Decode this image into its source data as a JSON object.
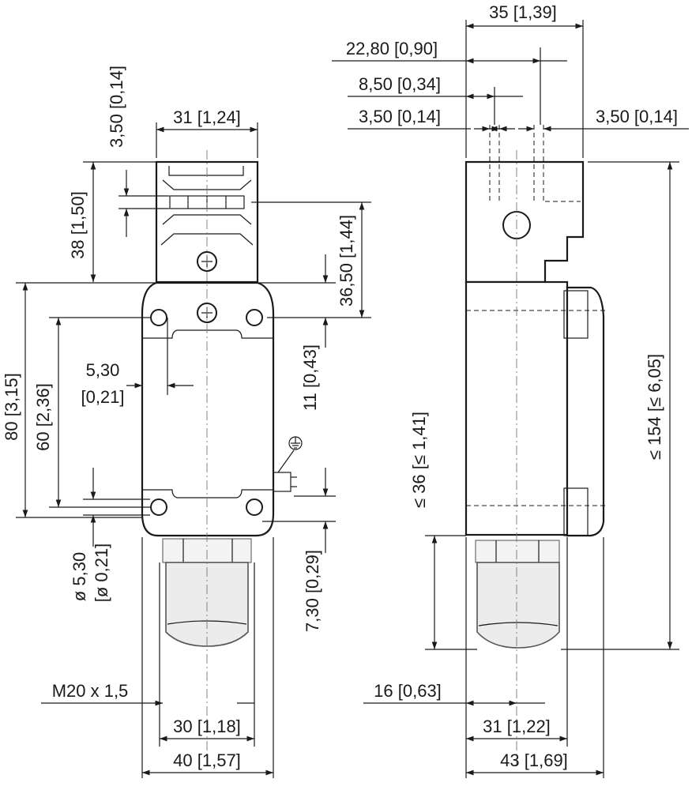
{
  "dimensions": {
    "d35": "35 [1,39]",
    "d22_80": "22,80 [0,90]",
    "d8_50": "8,50 [0,34]",
    "d3_50_a": "3,50 [0,14]",
    "d3_50_b": "3,50 [0,14]",
    "d3_50_vert": "3,50 [0,14]",
    "d31_top": "31 [1,24]",
    "d38": "38 [1,50]",
    "d36_50": "36,50 [1,44]",
    "d80": "80 [3,15]",
    "d60": "60 [2,36]",
    "d5_30_top": "5,30",
    "d5_30_bottom": "[0,21]",
    "d11": "11 [0,43]",
    "dia_top": "ø 5,30",
    "dia_bottom": "[ø 0,21]",
    "d7_30": "7,30 [0,29]",
    "m20": "M20 x 1,5",
    "d30": "30 [1,18]",
    "d40": "40 [1,57]",
    "d154": "≤ 154 [≤ 6,05]",
    "d36_side": "≤ 36 [≤ 1,41]",
    "d16": "16 [0,63]",
    "d31_side": "31 [1,22]",
    "d43": "43 [1,69]"
  },
  "symbols": {
    "ground": "earth-ground-symbol"
  }
}
